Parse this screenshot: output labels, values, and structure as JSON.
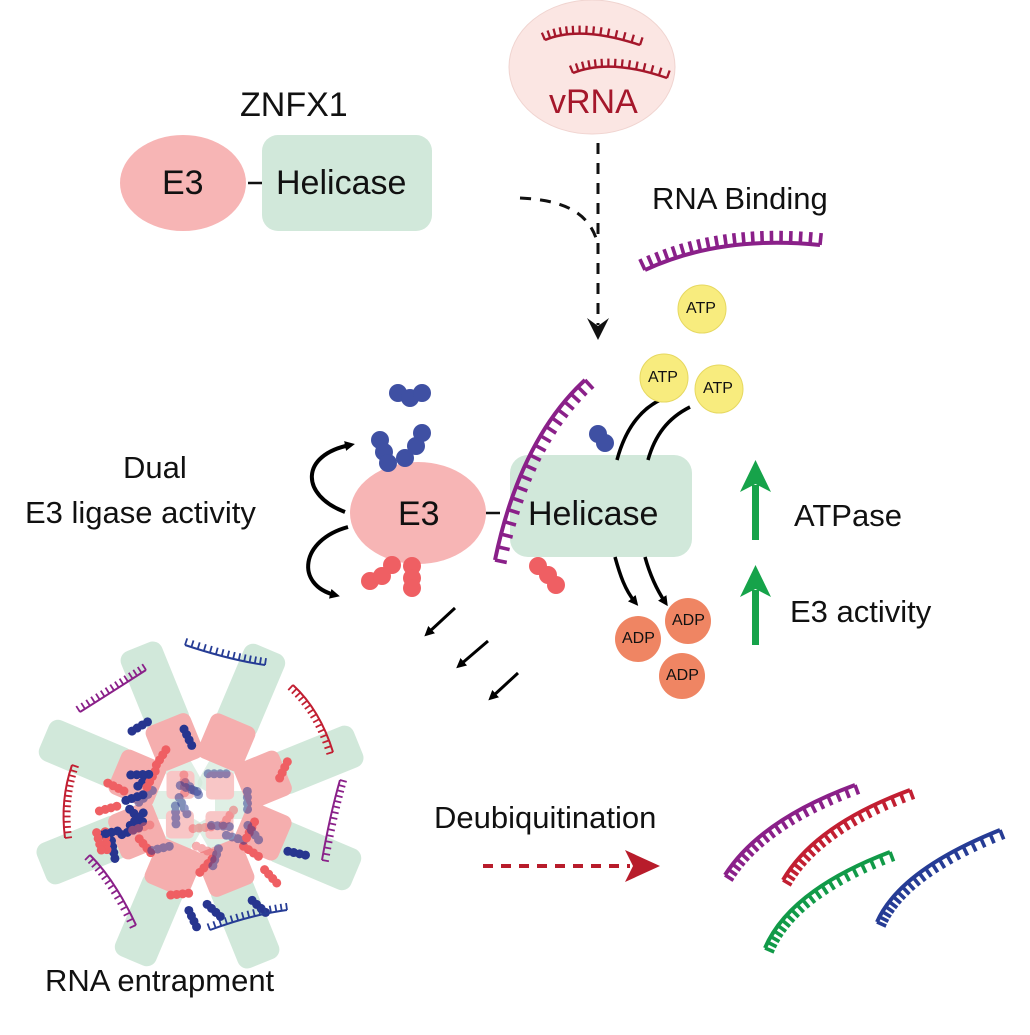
{
  "title": "ZNFX1",
  "domains": {
    "e3": "E3",
    "helicase": "Helicase"
  },
  "vrna": {
    "label": "vRNA"
  },
  "labels": {
    "rna_binding": "RNA Binding",
    "dual_line1": "Dual",
    "dual_line2": "E3 ligase activity",
    "atpase": "ATPase",
    "e3_activity": "E3 activity",
    "deubiquitination": "Deubiquitination",
    "rna_entrapment": "RNA entrapment"
  },
  "molecules": {
    "atp": [
      "ATP",
      "ATP",
      "ATP"
    ],
    "adp": [
      "ADP",
      "ADP",
      "ADP"
    ]
  },
  "colors": {
    "e3_fill": "#f7b5b5",
    "helicase_fill": "#d1e8da",
    "vrna_red": "#a5172b",
    "vrna_bg": "#fbe6e3",
    "rna_purple": "#8a2089",
    "rna_red": "#c21f32",
    "rna_green": "#119a48",
    "rna_blue": "#263c95",
    "ub_blue": "#3f50a3",
    "ub_red": "#ef5f63",
    "atp_yellow": "#f8ec7e",
    "adp_orange": "#ef8563",
    "up_arrow_green": "#16a34a",
    "deub_arrow_red": "#b81c2b"
  }
}
